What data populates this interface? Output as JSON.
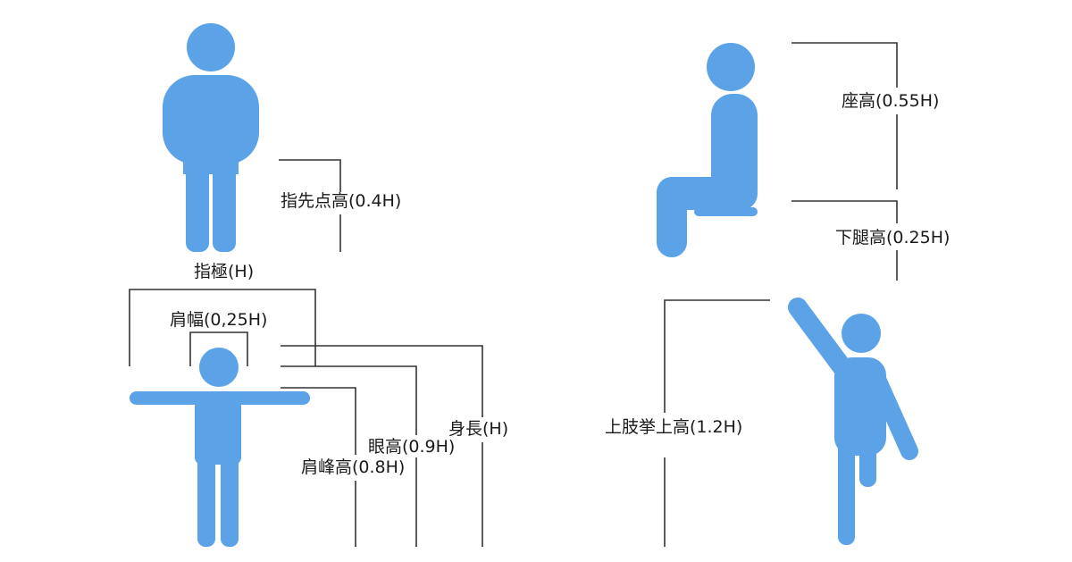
{
  "colors": {
    "figure": "#5ba3e6",
    "line": "#333333",
    "background": "#ffffff"
  },
  "labels": {
    "fingertip_height": "指先点高(0.4H)",
    "arm_span": "指極(H)",
    "shoulder_width": "肩幅(0,25H)",
    "height": "身長(H)",
    "eye_height": "眼高(0.9H)",
    "shoulder_height": "肩峰高(0.8H)",
    "seat_height": "座高(0.55H)",
    "lower_leg_height": "下腿高(0.25H)",
    "arm_raise_height": "上肢挙上高(1.2H)"
  }
}
